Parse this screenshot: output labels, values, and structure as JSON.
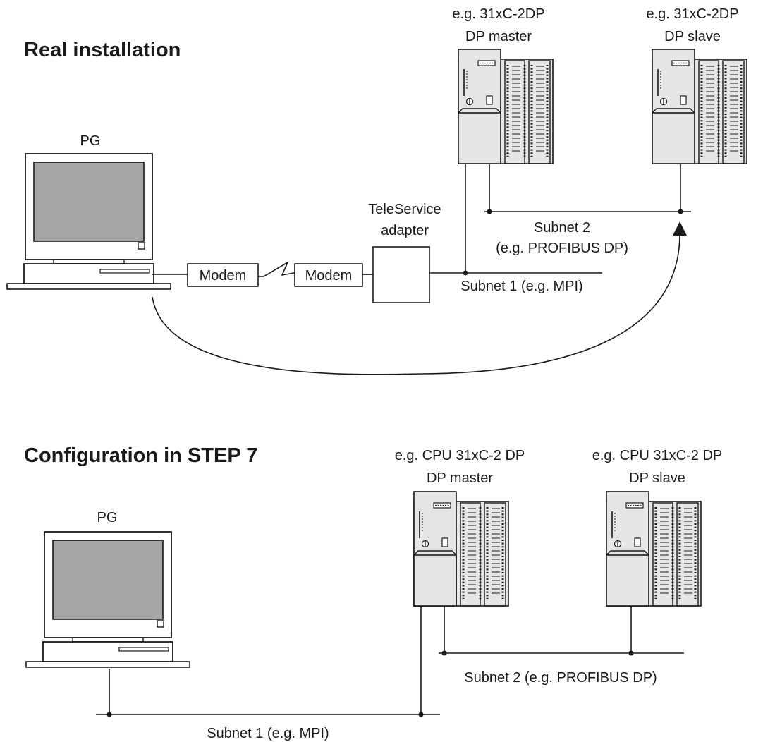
{
  "colors": {
    "line": "#1a1a1a",
    "plc_fill": "#e6e6e6",
    "screen": "#a6a6a6",
    "background": "#ffffff"
  },
  "icons": {
    "pc": "pg-computer-icon",
    "plc": "plc-rack-icon",
    "modem": "modem-box",
    "adapter": "teleservice-adapter-box"
  },
  "real": {
    "title": "Real installation",
    "pg_label": "PG",
    "master": {
      "line1": "e.g. 31xC-2DP",
      "line2": "DP master"
    },
    "slave": {
      "line1": "e.g. 31xC-2DP",
      "line2": "DP slave"
    },
    "modem_left": "Modem",
    "modem_right": "Modem",
    "adapter": {
      "line1": "TeleService",
      "line2": "adapter"
    },
    "subnet2": {
      "line1": "Subnet 2",
      "line2": "(e.g. PROFIBUS DP)"
    },
    "subnet1": "Subnet 1 (e.g. MPI)"
  },
  "config": {
    "title": "Configuration in STEP 7",
    "pg_label": "PG",
    "master": {
      "line1": "e.g. CPU 31xC-2 DP",
      "line2": "DP master"
    },
    "slave": {
      "line1": "e.g. CPU 31xC-2 DP",
      "line2": "DP slave"
    },
    "subnet2": "Subnet 2 (e.g. PROFIBUS DP)",
    "subnet1": "Subnet 1 (e.g. MPI)"
  }
}
